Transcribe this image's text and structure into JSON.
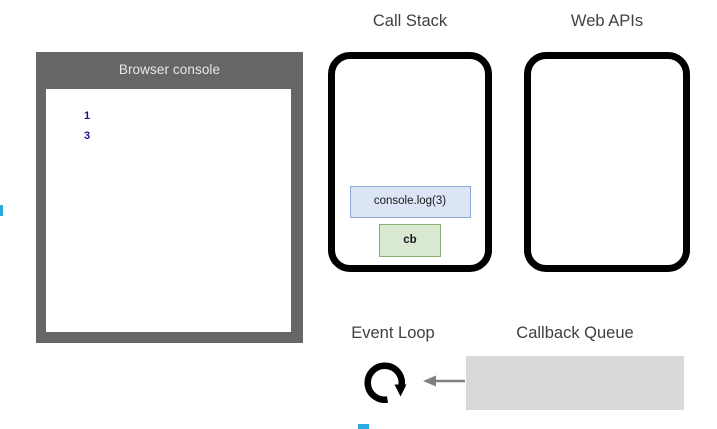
{
  "console": {
    "title": "Browser console",
    "lines": [
      "1",
      "3"
    ],
    "text_color": "#17178c",
    "chrome_color": "#666666"
  },
  "call_stack": {
    "heading": "Call Stack",
    "frames": [
      {
        "label": "console.log(3)",
        "fill": "#dbe5f6",
        "border": "#8ea9d8"
      },
      {
        "label": "cb",
        "fill": "#d9e8d0",
        "border": "#8ab070"
      }
    ]
  },
  "web_apis": {
    "heading": "Web APIs",
    "items": []
  },
  "event_loop": {
    "heading": "Event Loop",
    "icon": "circular-arrow-icon",
    "arrow_icon": "arrow-left-icon",
    "arrow_color": "#808080"
  },
  "callback_queue": {
    "heading": "Callback Queue",
    "items": [],
    "fill": "#d9d9d9"
  }
}
